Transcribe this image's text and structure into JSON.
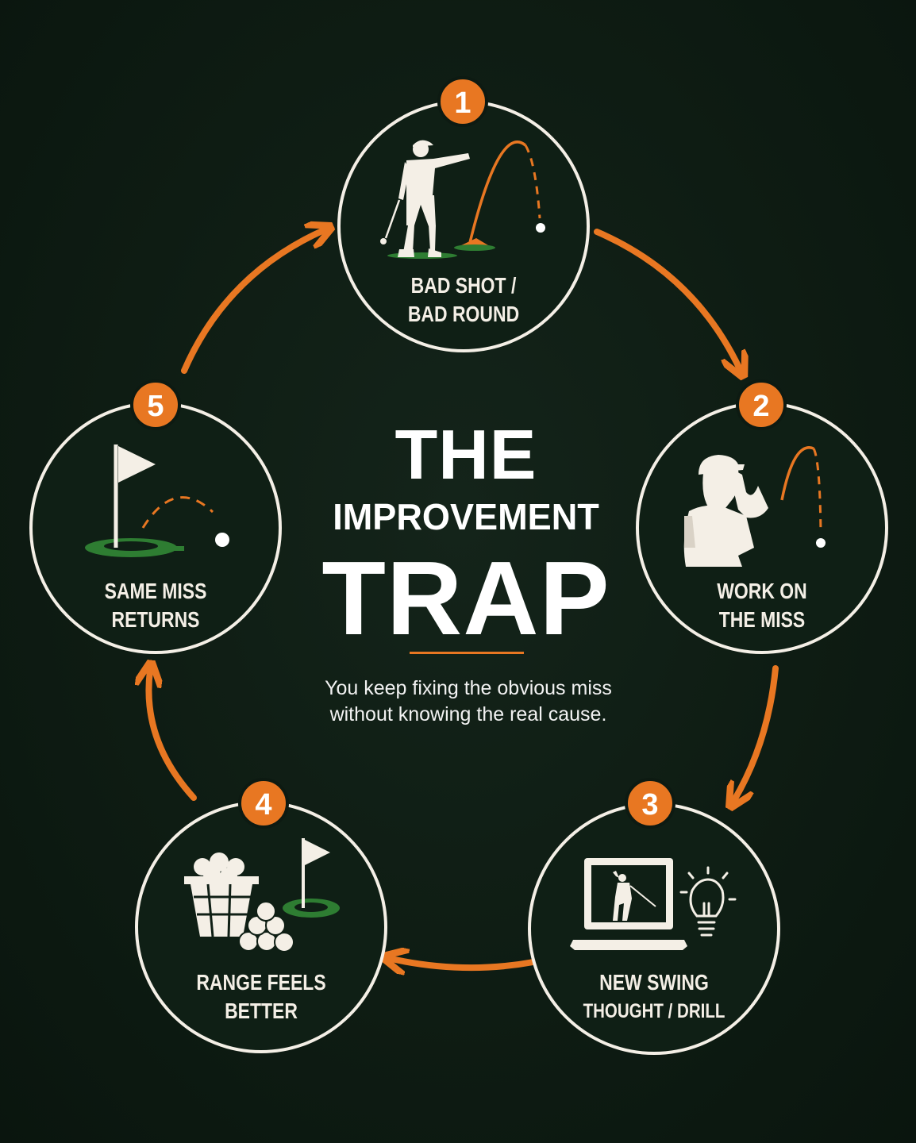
{
  "title": {
    "line1": "THE",
    "line2": "IMPROVEMENT",
    "line3": "TRAP"
  },
  "subtitle": {
    "line1": "You keep fixing the obvious miss",
    "line2": "without knowing the real cause."
  },
  "steps": [
    {
      "number": "1",
      "line1": "BAD SHOT /",
      "line2": "BAD ROUND",
      "icon": "golfer-pointing-icon"
    },
    {
      "number": "2",
      "line1": "WORK ON",
      "line2": "THE MISS",
      "icon": "golfer-frustrated-icon"
    },
    {
      "number": "3",
      "line1": "NEW SWING",
      "line2": "THOUGHT / DRILL",
      "icon": "laptop-video-icon"
    },
    {
      "number": "4",
      "line1": "RANGE FEELS",
      "line2": "BETTER",
      "icon": "ball-bucket-icon"
    },
    {
      "number": "5",
      "line1": "SAME MISS",
      "line2": "RETURNS",
      "icon": "flag-green-icon"
    }
  ],
  "colors": {
    "background": "#0d1a12",
    "accent": "#e87722",
    "circle_stroke": "#f4efe6",
    "circle_fill": "#0f1f15",
    "green": "#2e7d32"
  }
}
